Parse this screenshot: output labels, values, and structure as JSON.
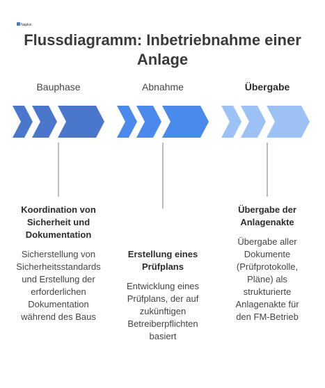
{
  "diagram": {
    "logo_text": "Napkin",
    "title_line1": "Flussdiagramm: Inbetriebnahme einer",
    "title_line2": "Anlage",
    "colors": {
      "phase1": "#4a76cc",
      "phase2": "#4a8aec",
      "phase3": "#9cc1f4",
      "connector": "#777777"
    },
    "phases": [
      {
        "label": "Bauphase",
        "label_bold": false,
        "heading_lines": [
          "Koordination von",
          "Sicherheit und",
          "Dokumentation"
        ],
        "description_lines": [
          "Sicherstellung von",
          "Sicherheitsstandards",
          "und Erstellung der",
          "erforderlichen",
          "Dokumentation",
          "während des Baus"
        ]
      },
      {
        "label": "Abnahme",
        "label_bold": false,
        "heading_lines": [
          "Erstellung eines",
          "Prüfplans"
        ],
        "description_lines": [
          "Entwicklung eines",
          "Prüfplans, der auf",
          "zukünftigen",
          "Betreiberpflichten",
          "basiert"
        ]
      },
      {
        "label": "Übergabe",
        "label_bold": true,
        "heading_lines": [
          "Übergabe der",
          "Anlagenakte"
        ],
        "description_lines": [
          "Übergabe aller",
          "Dokumente",
          "(Prüfprotokolle,",
          "Pläne) als",
          "strukturierte",
          "Anlagenakte für",
          "den FM-Betrieb"
        ]
      }
    ]
  }
}
